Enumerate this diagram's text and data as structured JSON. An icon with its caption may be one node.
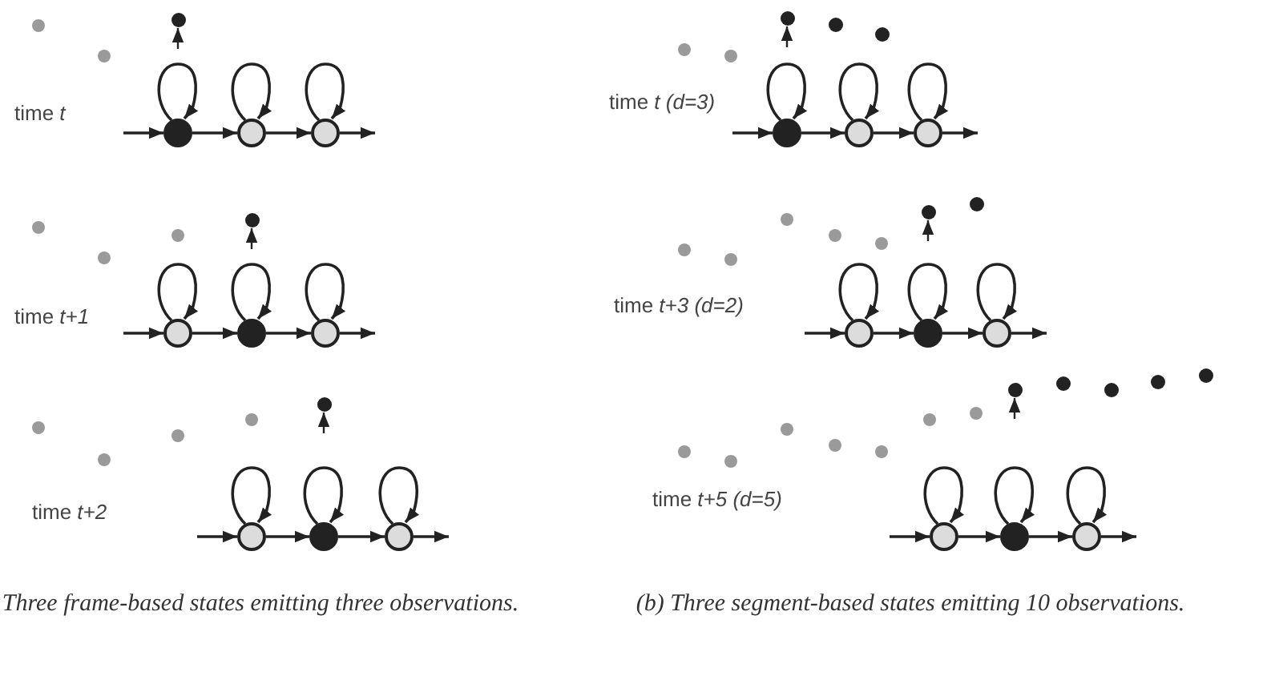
{
  "diagram": {
    "nodes": [
      {
        "text": [],
        "shape": "circle"
      },
      {
        "text": [],
        "shape": "circle"
      },
      {
        "text": [],
        "shape": "circle"
      },
      {
        "text": [],
        "shape": "circle"
      },
      {
        "text": [],
        "shape": "circle"
      },
      {
        "text": [],
        "shape": "circle"
      },
      {
        "text": [],
        "shape": "circle"
      },
      {
        "text": [],
        "shape": "circle"
      },
      {
        "text": [],
        "shape": "circle"
      },
      {
        "text": [],
        "shape": "circle"
      },
      {
        "text": [],
        "shape": "circle"
      },
      {
        "text": [],
        "shape": "circle"
      },
      {
        "text": [],
        "shape": "circle"
      },
      {
        "text": [],
        "shape": "circle"
      },
      {
        "text": [],
        "shape": "circle"
      },
      {
        "text": [],
        "shape": "circle"
      },
      {
        "text": [],
        "shape": "circle"
      },
      {
        "text": [],
        "shape": "circle"
      },
      {
        "text": [],
        "shape": "circle"
      },
      {
        "text": [],
        "shape": "circle"
      },
      {
        "text": [],
        "shape": "circle"
      },
      {
        "text": [],
        "shape": "circle"
      },
      {
        "text": [],
        "shape": "circle"
      },
      {
        "text": [],
        "shape": "circle"
      },
      {
        "text": [],
        "shape": "circle"
      },
      {
        "text": [],
        "shape": "circle"
      },
      {
        "text": [],
        "shape": "circle"
      },
      {
        "text": [],
        "shape": "circle"
      },
      {
        "text": [],
        "shape": "circle"
      },
      {
        "text": [],
        "shape": "circle"
      },
      {
        "text": [],
        "shape": "circle"
      },
      {
        "text": [],
        "shape": "circle"
      },
      {
        "text": [],
        "shape": "circle"
      },
      {
        "text": [],
        "shape": "circle"
      },
      {
        "text": [],
        "shape": "circle"
      },
      {
        "text": [],
        "shape": "circle"
      },
      {
        "text": [],
        "shape": "circle"
      },
      {
        "text": [],
        "shape": "circle"
      },
      {
        "text": [],
        "shape": "circle"
      },
      {
        "text": [],
        "shape": "circle"
      },
      {
        "text": [],
        "shape": "circle"
      },
      {
        "text": [],
        "shape": "circle"
      },
      {
        "text": [],
        "shape": "circle"
      },
      {
        "text": [],
        "shape": "circle"
      },
      {
        "text": [],
        "shape": "circle"
      },
      {
        "text": [],
        "shape": "circle"
      },
      {
        "text": [],
        "shape": "circle"
      },
      {
        "text": [],
        "shape": "circle"
      },
      {
        "text": [],
        "shape": "circle"
      },
      {
        "text": [],
        "shape": "circle"
      },
      {
        "text": [],
        "shape": "circle"
      },
      {
        "text": [],
        "shape": "circle"
      },
      {
        "text": [],
        "shape": "circle"
      },
      {
        "text": [],
        "shape": "circle"
      }
    ],
    "edges": [
      {
        "from": null,
        "to": 3,
        "arrow": "to"
      },
      {
        "from": 3,
        "to": 4,
        "arrow": "to"
      },
      {
        "from": 4,
        "to": 5,
        "arrow": "to"
      },
      {
        "from": 5,
        "to": null,
        "arrow": "to"
      },
      {
        "from": 3,
        "to": 3,
        "arrow": "to"
      },
      {
        "from": 4,
        "to": 4,
        "arrow": "to"
      },
      {
        "from": 5,
        "to": 5,
        "arrow": "to"
      },
      {
        "from": null,
        "to": 2,
        "arrow": "to"
      },
      {
        "from": null,
        "to": 11,
        "arrow": "to"
      },
      {
        "from": 11,
        "to": 12,
        "arrow": "to"
      },
      {
        "from": 12,
        "to": 13,
        "arrow": "to"
      },
      {
        "from": 13,
        "to": null,
        "arrow": "to"
      },
      {
        "from": 11,
        "to": 11,
        "arrow": "to"
      },
      {
        "from": 12,
        "to": 12,
        "arrow": "to"
      },
      {
        "from": 13,
        "to": 13,
        "arrow": "to"
      },
      {
        "from": null,
        "to": 8,
        "arrow": "to"
      },
      {
        "from": null,
        "to": 18,
        "arrow": "to"
      },
      {
        "from": 18,
        "to": 19,
        "arrow": "to"
      },
      {
        "from": 19,
        "to": 20,
        "arrow": "to"
      },
      {
        "from": 20,
        "to": null,
        "arrow": "to"
      },
      {
        "from": 18,
        "to": 18,
        "arrow": "to"
      },
      {
        "from": 19,
        "to": 19,
        "arrow": "to"
      },
      {
        "from": 20,
        "to": 20,
        "arrow": "to"
      },
      {
        "from": null,
        "to": 17,
        "arrow": "to"
      },
      {
        "from": null,
        "to": 28,
        "arrow": "to"
      },
      {
        "from": 28,
        "to": 29,
        "arrow": "to"
      },
      {
        "from": 29,
        "to": 30,
        "arrow": "to"
      },
      {
        "from": 30,
        "to": null,
        "arrow": "to"
      },
      {
        "from": 28,
        "to": 28,
        "arrow": "to"
      },
      {
        "from": 29,
        "to": 29,
        "arrow": "to"
      },
      {
        "from": 30,
        "to": 30,
        "arrow": "to"
      },
      {
        "from": null,
        "to": 26,
        "arrow": "to"
      },
      {
        "from": null,
        "to": 36,
        "arrow": "to"
      },
      {
        "from": 36,
        "to": 37,
        "arrow": "to"
      },
      {
        "from": 37,
        "to": 38,
        "arrow": "to"
      },
      {
        "from": 38,
        "to": null,
        "arrow": "to"
      },
      {
        "from": 36,
        "to": 36,
        "arrow": "to"
      },
      {
        "from": 37,
        "to": 37,
        "arrow": "to"
      },
      {
        "from": 38,
        "to": 38,
        "arrow": "to"
      },
      {
        "from": null,
        "to": 35,
        "arrow": "to"
      },
      {
        "from": null,
        "to": 51,
        "arrow": "to"
      },
      {
        "from": 51,
        "to": 52,
        "arrow": "to"
      },
      {
        "from": 52,
        "to": 53,
        "arrow": "to"
      },
      {
        "from": 53,
        "to": null,
        "arrow": "to"
      },
      {
        "from": 51,
        "to": 51,
        "arrow": "to"
      },
      {
        "from": 52,
        "to": 52,
        "arrow": "to"
      },
      {
        "from": 53,
        "to": 53,
        "arrow": "to"
      },
      {
        "from": null,
        "to": 46,
        "arrow": "to"
      }
    ],
    "labels": [
      "time *t*",
      "time *t (d=3)*",
      "time *t+1*",
      "time *t+3 (d=2)*",
      "time *t+2*",
      "time *t+5 (d=5)*",
      "Three frame-based states emitting three observations.",
      "(b) Three segment-based states emitting 10 observations."
    ]
  }
}
